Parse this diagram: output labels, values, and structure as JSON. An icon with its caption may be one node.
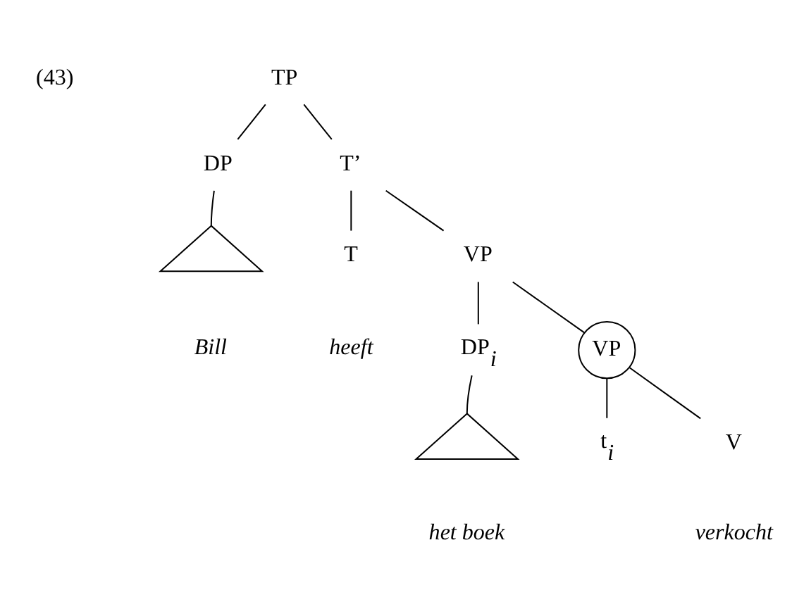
{
  "diagram": {
    "nodes": [
      {
        "text": [
          "TP"
        ]
      },
      {
        "text": [
          "DP"
        ]
      },
      {
        "text": [
          "T’"
        ]
      },
      {
        "text": [],
        "shape": "triangle",
        "beside": [
          "Bill"
        ]
      },
      {
        "text": [
          "T"
        ],
        "beside": [
          "heeft"
        ]
      },
      {
        "text": [
          "VP"
        ]
      },
      {
        "text": [
          "DP$_{i}$"
        ]
      },
      {
        "text": [
          "VP"
        ]
      },
      {
        "text": [],
        "shape": "triangle",
        "beside": [
          "het boek"
        ]
      },
      {
        "text": [
          "t$_{i}$"
        ]
      },
      {
        "text": [
          "V"
        ],
        "beside": [
          "verkocht"
        ]
      }
    ],
    "edges": [
      {
        "from": 0,
        "to": 1,
        "arrow": "none"
      },
      {
        "from": 0,
        "to": 2,
        "arrow": "none"
      },
      {
        "from": 1,
        "to": 3,
        "arrow": "none"
      },
      {
        "from": 2,
        "to": 4,
        "arrow": "none"
      },
      {
        "from": 2,
        "to": 5,
        "arrow": "none"
      },
      {
        "from": 5,
        "to": 6,
        "arrow": "none"
      },
      {
        "from": 5,
        "to": 7,
        "arrow": "none"
      },
      {
        "from": 6,
        "to": 8,
        "arrow": "none"
      },
      {
        "from": 7,
        "to": 9,
        "arrow": "none"
      },
      {
        "from": 7,
        "to": 10,
        "arrow": "none"
      }
    ],
    "labels": [
      "(43)"
    ]
  }
}
